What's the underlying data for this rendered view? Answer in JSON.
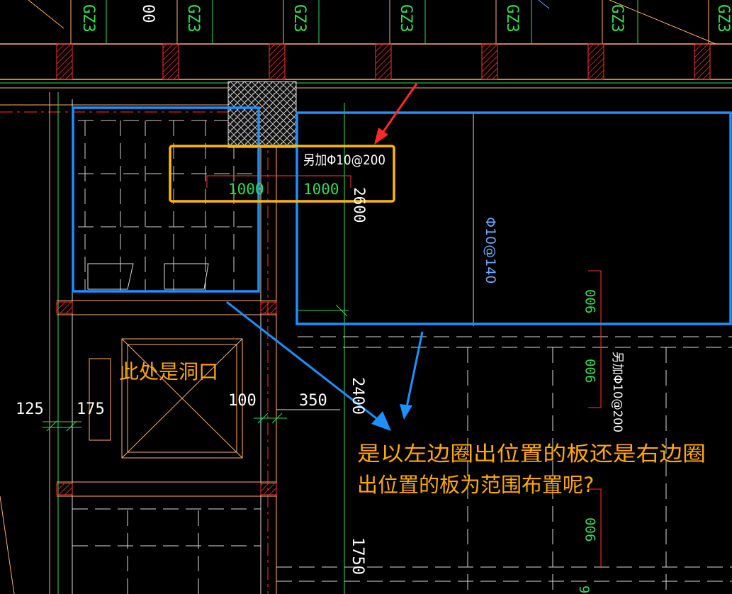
{
  "header_labels": [
    "GZ3",
    "00",
    "GZ3",
    "GZ3",
    "GZ3",
    "GZ3",
    "GZ3",
    "GZ3"
  ],
  "rebar": {
    "extra_label": "另加Φ10@200",
    "length_left": "1000",
    "length_right": "1000",
    "span_2600": "2600",
    "main_label": "Φ10@140",
    "right_extra_label": "另加Φ10@200",
    "dim_900_a": "900",
    "dim_900_b": "900",
    "dim_900_c": "900",
    "dim_9": "9"
  },
  "dimensions": {
    "d125": "125",
    "d175": "175",
    "d100": "100",
    "d350": "350",
    "d2400": "2400",
    "d1750": "1750"
  },
  "annotations": {
    "opening_note": "此处是洞口",
    "question": "是以左边圈出位置的板还是右边圈出位置的板为范围布置呢?",
    "question_line1": "是以左边圈出位置的板还是右边圈",
    "question_line2": "出位置的板为范围布置呢?"
  },
  "colors": {
    "background": "#000000",
    "axis_red": "#ff3333",
    "wall_line": "#ffb070",
    "green_line": "#33dd55",
    "grid_white": "#dcdcdc",
    "highlight_blue": "#1e90ff",
    "highlight_orange": "#ffb800",
    "arrow_red": "#ff2a2a",
    "label_orange": "#ffaa00",
    "label_green": "#33dd55",
    "label_blue": "#6fa8ff",
    "label_white": "#ffffff"
  }
}
